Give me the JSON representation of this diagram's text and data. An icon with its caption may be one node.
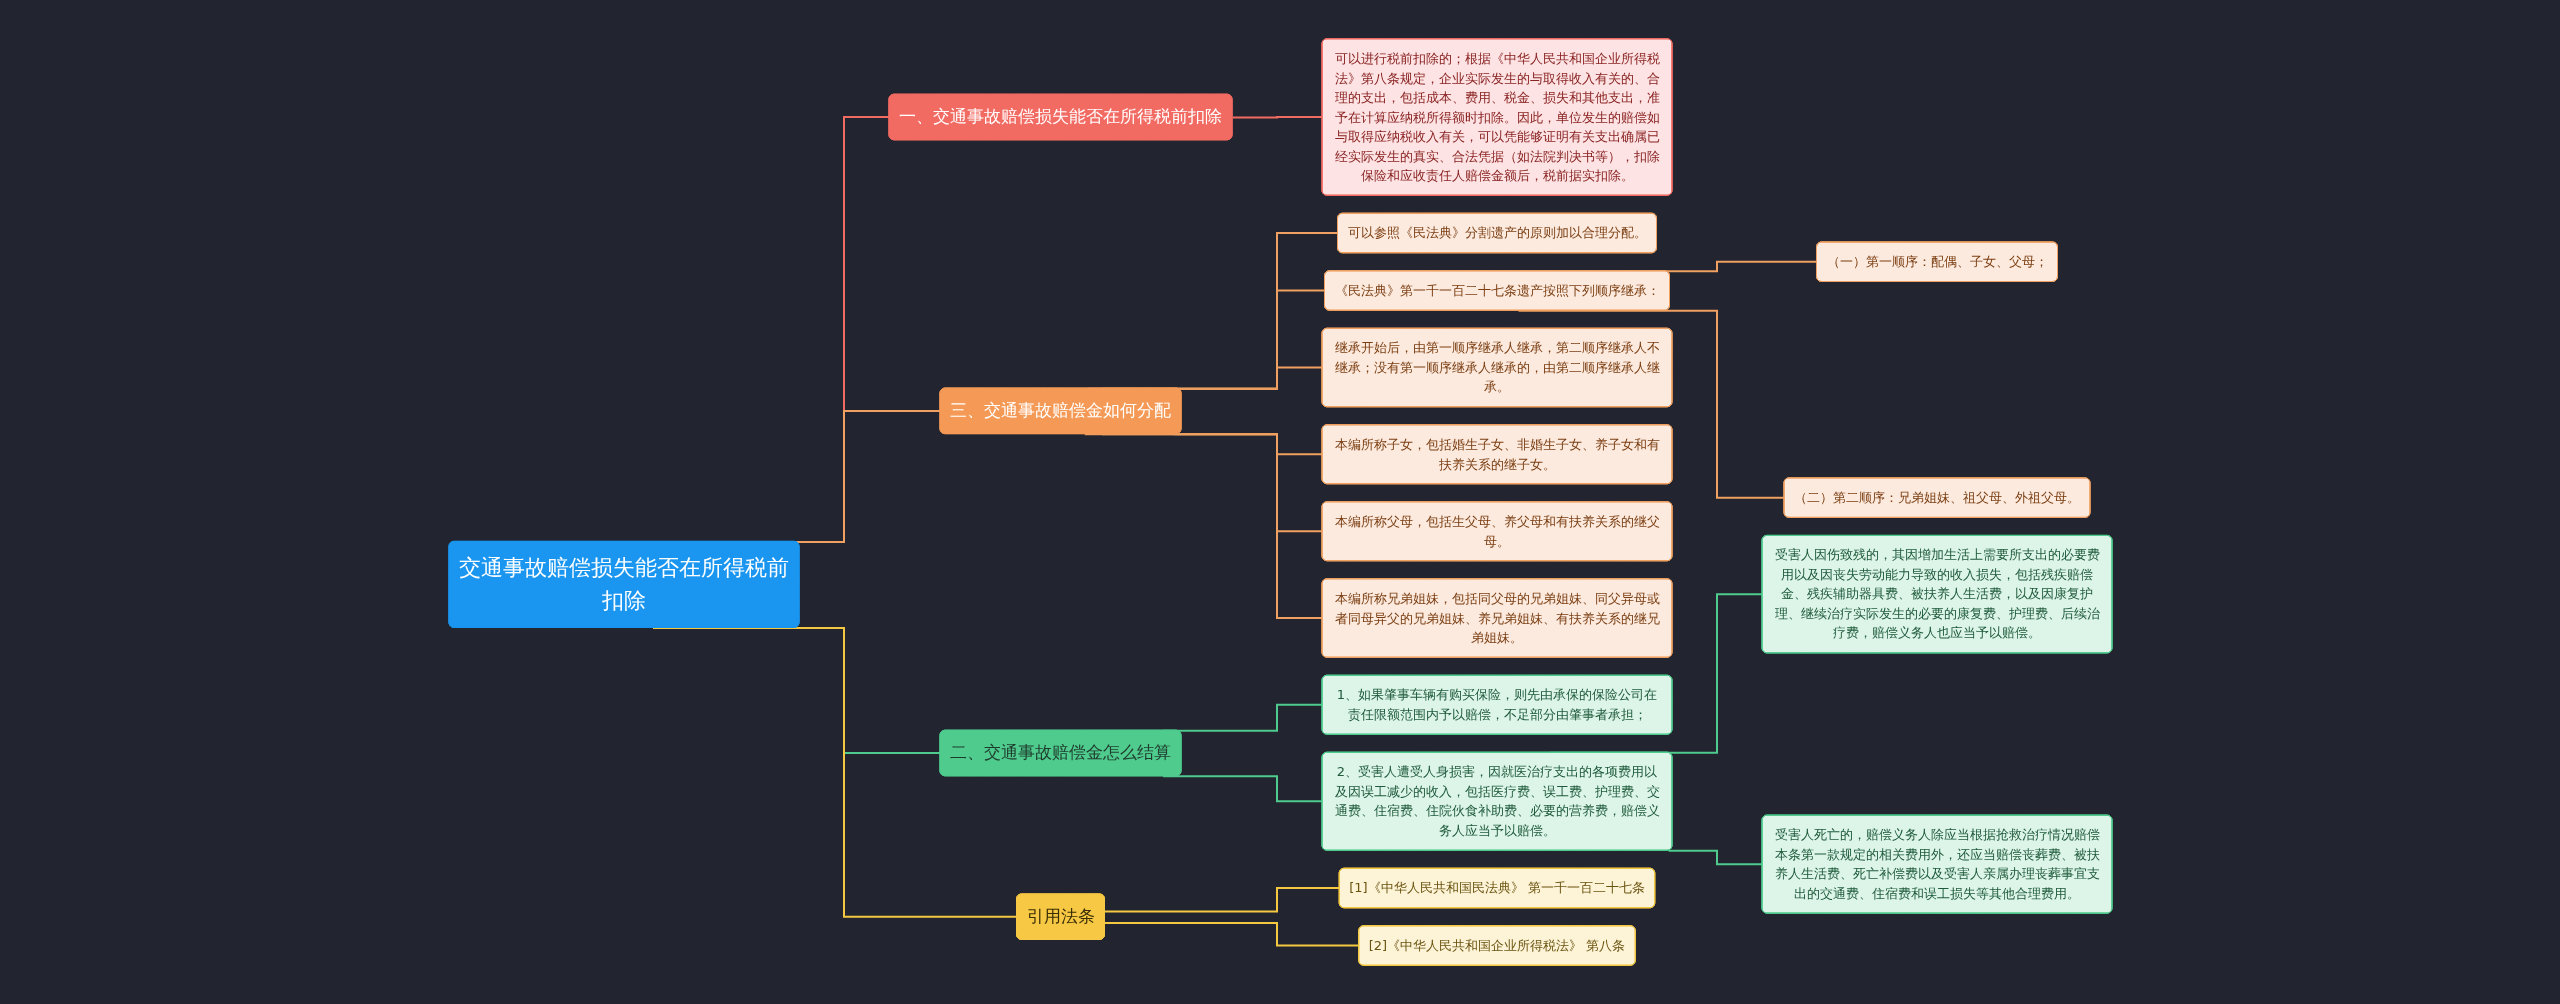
{
  "diagram": {
    "nodes": [
      {
        "text": [
          "交通事故赔偿损失能否在所得税前扣除"
        ]
      },
      {
        "text": [
          "一、交通事故赔偿损失能否在所得税前扣除"
        ]
      },
      {
        "text": [
          "可以进行税前扣除的；根据《中华人民共和国企业所得税法》第八条规定，企业实际发生的与取得收入有关的、合理的支出，包括成本、费用、税金、损失和其他支出，准予在计算应纳税所得额时扣除。因此，单位发生的赔偿如与取得应纳税收入有关，可以凭能够证明有关支出确属已经实际发生的真实、合法凭据（如法院判决书等），扣除保险和应收责任人赔偿金额后，税前据实扣除。"
        ]
      },
      {
        "text": [
          "三、交通事故赔偿金如何分配"
        ]
      },
      {
        "text": [
          "可以参照《民法典》分割遗产的原则加以合理分配。"
        ]
      },
      {
        "text": [
          "《民法典》第一千一百二十七条遗产按照下列顺序继承："
        ]
      },
      {
        "text": [
          "（一）第一顺序：配偶、子女、父母；"
        ]
      },
      {
        "text": [
          "（二）第二顺序：兄弟姐妹、祖父母、外祖父母。"
        ]
      },
      {
        "text": [
          "继承开始后，由第一顺序继承人继承，第二顺序继承人不继承；没有第一顺序继承人继承的，由第二顺序继承人继承。"
        ]
      },
      {
        "text": [
          "本编所称子女，包括婚生子女、非婚生子女、养子女和有扶养关系的继子女。"
        ]
      },
      {
        "text": [
          "本编所称父母，包括生父母、养父母和有扶养关系的继父母。"
        ]
      },
      {
        "text": [
          "本编所称兄弟姐妹，包括同父母的兄弟姐妹、同父异母或者同母异父的兄弟姐妹、养兄弟姐妹、有扶养关系的继兄弟姐妹。"
        ]
      },
      {
        "text": [
          "二、交通事故赔偿金怎么结算"
        ]
      },
      {
        "text": [
          "1、如果肇事车辆有购买保险，则先由承保的保险公司在责任限额范围内予以赔偿，不足部分由肇事者承担；"
        ]
      },
      {
        "text": [
          "2、受害人遭受人身损害，因就医治疗支出的各项费用以及因误工减少的收入，包括医疗费、误工费、护理费、交通费、住宿费、住院伙食补助费、必要的营养费，赔偿义务人应当予以赔偿。"
        ]
      },
      {
        "text": [
          "受害人因伤致残的，其因增加生活上需要所支出的必要费用以及因丧失劳动能力导致的收入损失，包括残疾赔偿金、残疾辅助器具费、被扶养人生活费，以及因康复护理、继续治疗实际发生的必要的康复费、护理费、后续治疗费，赔偿义务人也应当予以赔偿。"
        ]
      },
      {
        "text": [
          "受害人死亡的，赔偿义务人除应当根据抢救治疗情况赔偿本条第一款规定的相关费用外，还应当赔偿丧葬费、被扶养人生活费、死亡补偿费以及受害人亲属办理丧葬事宜支出的交通费、住宿费和误工损失等其他合理费用。"
        ]
      },
      {
        "text": [
          "引用法条"
        ]
      },
      {
        "text": [
          "[1]《中华人民共和国民法典》 第一千一百二十七条"
        ]
      },
      {
        "text": [
          "[2]《中华人民共和国企业所得税法》 第八条"
        ]
      }
    ],
    "edges": [
      {
        "from": 0,
        "to": 1,
        "arrow": "none",
        "color": "#f26b63"
      },
      {
        "from": 1,
        "to": 2,
        "arrow": "none",
        "color": "#f26b63"
      },
      {
        "from": 0,
        "to": 3,
        "arrow": "none",
        "color": "#f0a060"
      },
      {
        "from": 3,
        "to": 4,
        "arrow": "none",
        "color": "#f0a060"
      },
      {
        "from": 3,
        "to": 5,
        "arrow": "none",
        "color": "#f0a060"
      },
      {
        "from": 5,
        "to": 6,
        "arrow": "none",
        "color": "#f0a060"
      },
      {
        "from": 5,
        "to": 7,
        "arrow": "none",
        "color": "#f0a060"
      },
      {
        "from": 3,
        "to": 8,
        "arrow": "none",
        "color": "#f0a060"
      },
      {
        "from": 3,
        "to": 9,
        "arrow": "none",
        "color": "#f0a060"
      },
      {
        "from": 3,
        "to": 10,
        "arrow": "none",
        "color": "#f0a060"
      },
      {
        "from": 3,
        "to": 11,
        "arrow": "none",
        "color": "#f0a060"
      },
      {
        "from": 0,
        "to": 12,
        "arrow": "none",
        "color": "#4ecb8d"
      },
      {
        "from": 12,
        "to": 13,
        "arrow": "none",
        "color": "#4ecb8d"
      },
      {
        "from": 12,
        "to": 14,
        "arrow": "none",
        "color": "#4ecb8d"
      },
      {
        "from": 14,
        "to": 15,
        "arrow": "none",
        "color": "#4ecb8d"
      },
      {
        "from": 14,
        "to": 16,
        "arrow": "none",
        "color": "#4ecb8d"
      },
      {
        "from": 0,
        "to": 17,
        "arrow": "none",
        "color": "#f5c842"
      },
      {
        "from": 17,
        "to": 18,
        "arrow": "none",
        "color": "#f5c842"
      },
      {
        "from": 17,
        "to": 19,
        "arrow": "none",
        "color": "#f5c842"
      }
    ]
  }
}
